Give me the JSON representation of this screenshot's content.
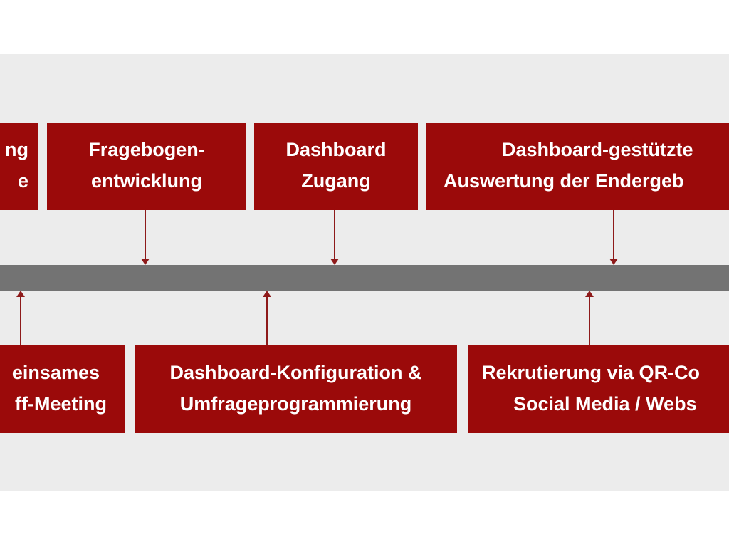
{
  "colors": {
    "box": "#9b0a0a",
    "timeline": "#737373",
    "panel": "#ececec",
    "arrow": "#8e1a1a"
  },
  "top_boxes": [
    {
      "line1": "ng",
      "line2": "e"
    },
    {
      "line1": "Fragebogen-",
      "line2": "entwicklung"
    },
    {
      "line1": "Dashboard",
      "line2": "Zugang"
    },
    {
      "line1": "Dashboard-gestützte",
      "line2": "Auswertung der Endergeb"
    }
  ],
  "bottom_boxes": [
    {
      "line1": "einsames",
      "line2": "ff-Meeting"
    },
    {
      "line1": "Dashboard-Konfiguration &",
      "line2": "Umfrageprogrammierung"
    },
    {
      "line1": "Rekrutierung via QR-Co",
      "line2": "Social Media / Webs"
    }
  ]
}
